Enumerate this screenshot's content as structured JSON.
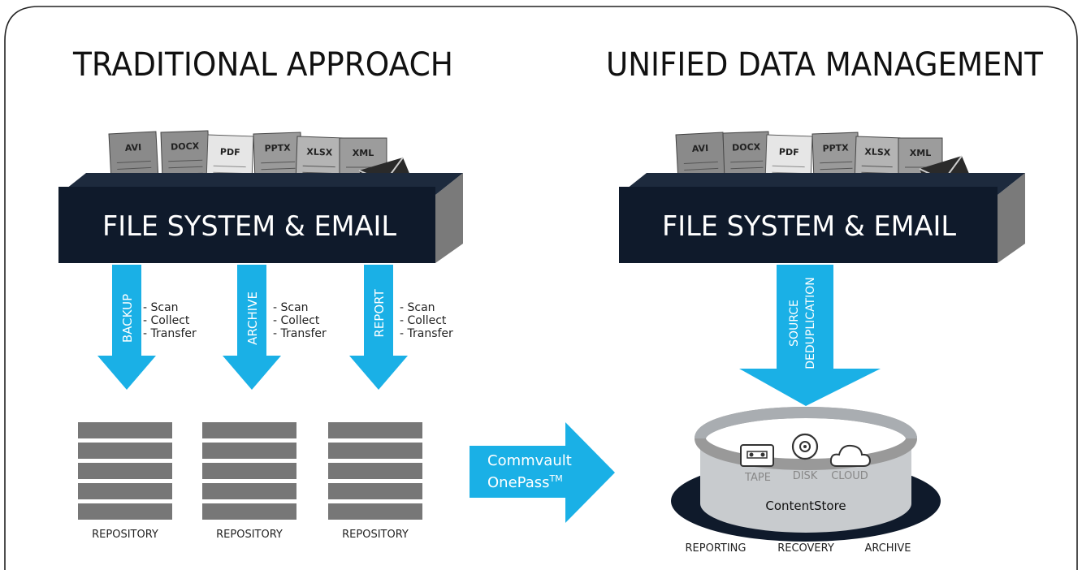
{
  "left": {
    "title": "TRADITIONAL APPROACH",
    "box_label": "FILE SYSTEM & EMAIL",
    "files": [
      "AVI",
      "DOCX",
      "PDF",
      "PPTX",
      "XLSX",
      "XML"
    ],
    "flows": [
      {
        "label": "BACKUP",
        "steps": [
          "- Scan",
          "- Collect",
          "- Transfer"
        ],
        "repository": "REPOSITORY"
      },
      {
        "label": "ARCHIVE",
        "steps": [
          "- Scan",
          "- Collect",
          "- Transfer"
        ],
        "repository": "REPOSITORY"
      },
      {
        "label": "REPORT",
        "steps": [
          "- Scan",
          "- Collect",
          "- Transfer"
        ],
        "repository": "REPOSITORY"
      }
    ]
  },
  "middle": {
    "arrow_line1": "Commvault",
    "arrow_line2": "OnePass",
    "arrow_tm": "TM"
  },
  "right": {
    "title": "UNIFIED DATA MANAGEMENT",
    "box_label": "FILE SYSTEM & EMAIL",
    "files": [
      "AVI",
      "DOCX",
      "PDF",
      "PPTX",
      "XLSX",
      "XML"
    ],
    "arrow_line1": "SOURCE",
    "arrow_line2": "DEDUPLICATION",
    "store_label": "ContentStore",
    "media": [
      "TAPE",
      "DISK",
      "CLOUD"
    ],
    "uses": [
      "REPORTING",
      "RECOVERY",
      "ARCHIVE"
    ]
  },
  "colors": {
    "navy": "#0f1a2b",
    "arrow_blue": "#1ab0e6",
    "repo_gray": "#777777",
    "frame": "#222222"
  }
}
